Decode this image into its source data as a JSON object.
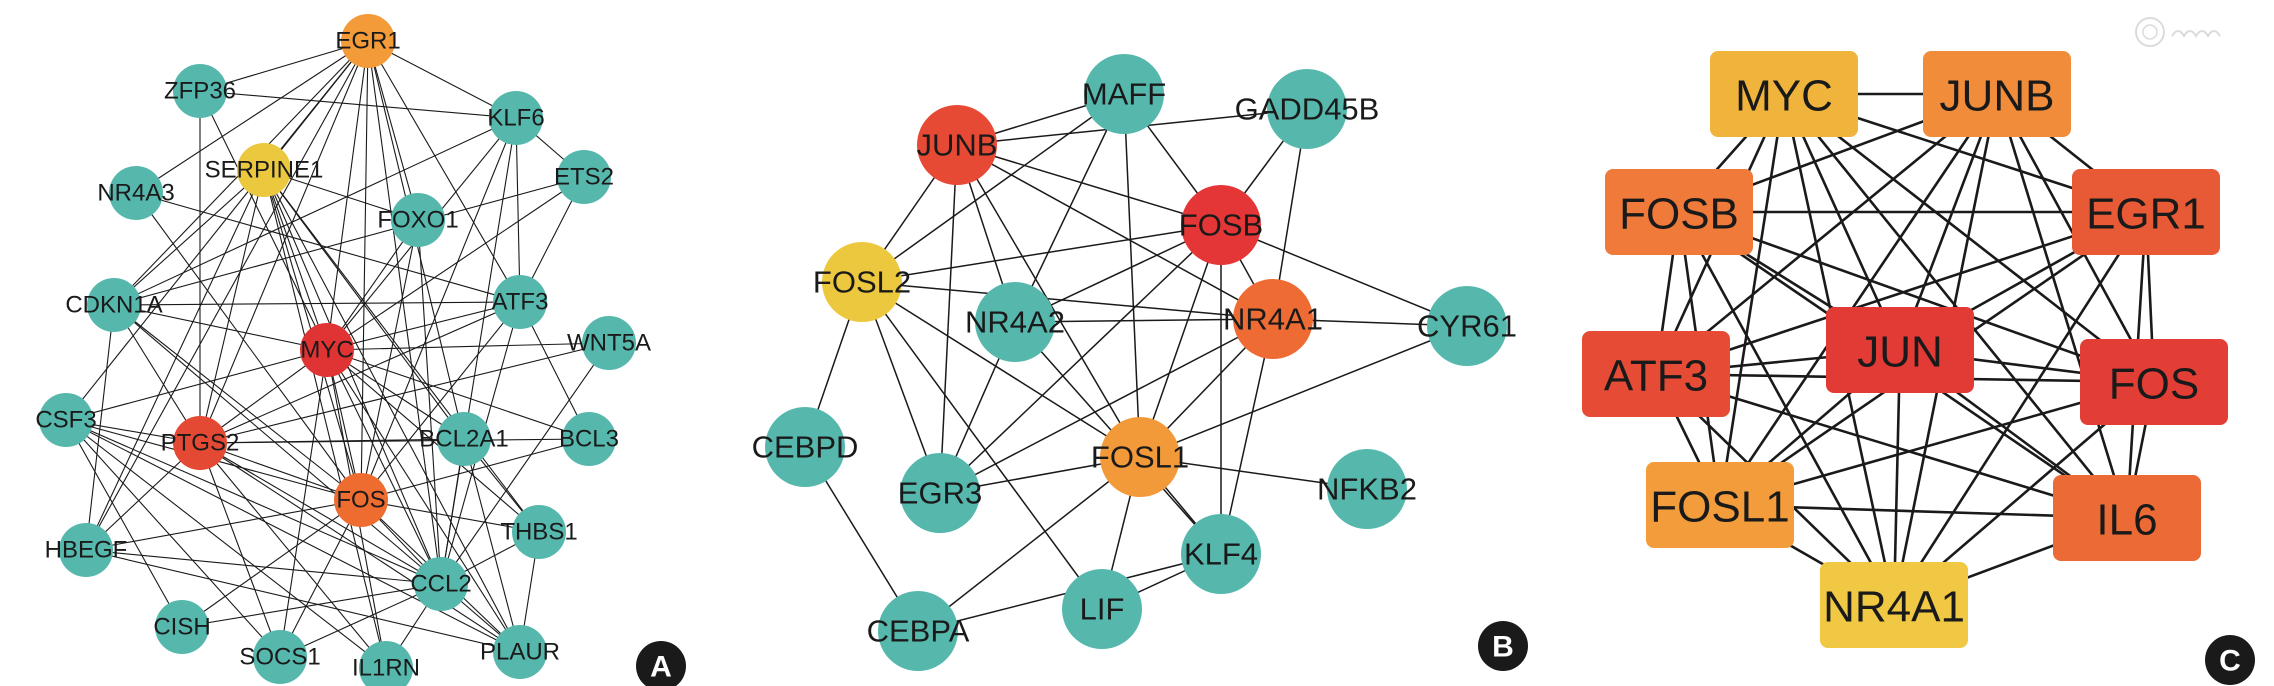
{
  "colors": {
    "teal": "#56b8ad",
    "edge": "#1a1a1a"
  },
  "panels": [
    {
      "id": "A",
      "label": "A",
      "shape": "circle",
      "nodes": [
        {
          "name": "EGR1",
          "color": "#f29b38"
        },
        {
          "name": "ZFP36",
          "color": "#56b8ad"
        },
        {
          "name": "KLF6",
          "color": "#56b8ad"
        },
        {
          "name": "SERPINE1",
          "color": "#ecc83e"
        },
        {
          "name": "NR4A3",
          "color": "#56b8ad"
        },
        {
          "name": "ETS2",
          "color": "#56b8ad"
        },
        {
          "name": "FOXO1",
          "color": "#56b8ad"
        },
        {
          "name": "CDKN1A",
          "color": "#56b8ad"
        },
        {
          "name": "ATF3",
          "color": "#56b8ad"
        },
        {
          "name": "MYC",
          "color": "#e03333"
        },
        {
          "name": "WNT5A",
          "color": "#56b8ad"
        },
        {
          "name": "CSF3",
          "color": "#56b8ad"
        },
        {
          "name": "PTGS2",
          "color": "#e44a33"
        },
        {
          "name": "BCL2A1",
          "color": "#56b8ad"
        },
        {
          "name": "BCL3",
          "color": "#56b8ad"
        },
        {
          "name": "FOS",
          "color": "#ee6c30"
        },
        {
          "name": "THBS1",
          "color": "#56b8ad"
        },
        {
          "name": "HBEGF",
          "color": "#56b8ad"
        },
        {
          "name": "CCL2",
          "color": "#56b8ad"
        },
        {
          "name": "CISH",
          "color": "#56b8ad"
        },
        {
          "name": "SOCS1",
          "color": "#56b8ad"
        },
        {
          "name": "IL1RN",
          "color": "#56b8ad"
        },
        {
          "name": "PLAUR",
          "color": "#56b8ad"
        }
      ],
      "edges": [
        [
          "EGR1",
          "ZFP36"
        ],
        [
          "EGR1",
          "KLF6"
        ],
        [
          "EGR1",
          "NR4A3"
        ],
        [
          "EGR1",
          "SERPINE1"
        ],
        [
          "EGR1",
          "CDKN1A"
        ],
        [
          "EGR1",
          "FOXO1"
        ],
        [
          "EGR1",
          "ATF3"
        ],
        [
          "EGR1",
          "MYC"
        ],
        [
          "EGR1",
          "PTGS2"
        ],
        [
          "EGR1",
          "FOS"
        ],
        [
          "EGR1",
          "BCL2A1"
        ],
        [
          "EGR1",
          "CCL2"
        ],
        [
          "EGR1",
          "HBEGF"
        ],
        [
          "EGR1",
          "CSF3"
        ],
        [
          "ZFP36",
          "KLF6"
        ],
        [
          "ZFP36",
          "PTGS2"
        ],
        [
          "ZFP36",
          "MYC"
        ],
        [
          "KLF6",
          "ETS2"
        ],
        [
          "KLF6",
          "CDKN1A"
        ],
        [
          "KLF6",
          "MYC"
        ],
        [
          "KLF6",
          "ATF3"
        ],
        [
          "KLF6",
          "CCL2"
        ],
        [
          "KLF6",
          "FOS"
        ],
        [
          "SERPINE1",
          "FOXO1"
        ],
        [
          "SERPINE1",
          "CDKN1A"
        ],
        [
          "SERPINE1",
          "HBEGF"
        ],
        [
          "SERPINE1",
          "PTGS2"
        ],
        [
          "SERPINE1",
          "MYC"
        ],
        [
          "SERPINE1",
          "FOS"
        ],
        [
          "SERPINE1",
          "BCL2A1"
        ],
        [
          "SERPINE1",
          "CCL2"
        ],
        [
          "SERPINE1",
          "PLAUR"
        ],
        [
          "SERPINE1",
          "THBS1"
        ],
        [
          "SERPINE1",
          "IL1RN"
        ],
        [
          "NR4A3",
          "ATF3"
        ],
        [
          "NR4A3",
          "FOS"
        ],
        [
          "ETS2",
          "CDKN1A"
        ],
        [
          "ETS2",
          "MYC"
        ],
        [
          "ETS2",
          "ATF3"
        ],
        [
          "FOXO1",
          "MYC"
        ],
        [
          "FOXO1",
          "FOS"
        ],
        [
          "FOXO1",
          "CCL2"
        ],
        [
          "CDKN1A",
          "ATF3"
        ],
        [
          "CDKN1A",
          "MYC"
        ],
        [
          "CDKN1A",
          "PTGS2"
        ],
        [
          "CDKN1A",
          "FOS"
        ],
        [
          "CDKN1A",
          "HBEGF"
        ],
        [
          "CDKN1A",
          "CCL2"
        ],
        [
          "ATF3",
          "MYC"
        ],
        [
          "ATF3",
          "PTGS2"
        ],
        [
          "ATF3",
          "FOS"
        ],
        [
          "ATF3",
          "CCL2"
        ],
        [
          "ATF3",
          "BCL3"
        ],
        [
          "MYC",
          "WNT5A"
        ],
        [
          "MYC",
          "CSF3"
        ],
        [
          "MYC",
          "PTGS2"
        ],
        [
          "MYC",
          "FOS"
        ],
        [
          "MYC",
          "BCL2A1"
        ],
        [
          "MYC",
          "BCL3"
        ],
        [
          "MYC",
          "CCL2"
        ],
        [
          "MYC",
          "PLAUR"
        ],
        [
          "MYC",
          "THBS1"
        ],
        [
          "MYC",
          "SOCS1"
        ],
        [
          "MYC",
          "IL1RN"
        ],
        [
          "WNT5A",
          "PTGS2"
        ],
        [
          "WNT5A",
          "CCL2"
        ],
        [
          "CSF3",
          "PTGS2"
        ],
        [
          "CSF3",
          "FOS"
        ],
        [
          "CSF3",
          "CCL2"
        ],
        [
          "CSF3",
          "CISH"
        ],
        [
          "CSF3",
          "SOCS1"
        ],
        [
          "CSF3",
          "PLAUR"
        ],
        [
          "CSF3",
          "IL1RN"
        ],
        [
          "PTGS2",
          "BCL2A1"
        ],
        [
          "PTGS2",
          "BCL3"
        ],
        [
          "PTGS2",
          "FOS"
        ],
        [
          "PTGS2",
          "CCL2"
        ],
        [
          "PTGS2",
          "HBEGF"
        ],
        [
          "PTGS2",
          "SOCS1"
        ],
        [
          "PTGS2",
          "IL1RN"
        ],
        [
          "PTGS2",
          "PLAUR"
        ],
        [
          "FOS",
          "BCL3"
        ],
        [
          "FOS",
          "THBS1"
        ],
        [
          "FOS",
          "HBEGF"
        ],
        [
          "FOS",
          "CCL2"
        ],
        [
          "FOS",
          "CISH"
        ],
        [
          "FOS",
          "SOCS1"
        ],
        [
          "FOS",
          "PLAUR"
        ],
        [
          "BCL2A1",
          "CCL2"
        ],
        [
          "BCL2A1",
          "PLAUR"
        ],
        [
          "BCL2A1",
          "THBS1"
        ],
        [
          "THBS1",
          "CCL2"
        ],
        [
          "THBS1",
          "PLAUR"
        ],
        [
          "HBEGF",
          "CCL2"
        ],
        [
          "HBEGF",
          "PLAUR"
        ],
        [
          "CCL2",
          "CISH"
        ],
        [
          "CCL2",
          "SOCS1"
        ],
        [
          "CCL2",
          "IL1RN"
        ],
        [
          "CCL2",
          "PLAUR"
        ]
      ]
    },
    {
      "id": "B",
      "label": "B",
      "shape": "circle",
      "nodes": [
        {
          "name": "JUNB",
          "color": "#e64a35"
        },
        {
          "name": "MAFF",
          "color": "#56b8ad"
        },
        {
          "name": "GADD45B",
          "color": "#56b8ad"
        },
        {
          "name": "FOSB",
          "color": "#e43636"
        },
        {
          "name": "FOSL2",
          "color": "#ecc83e"
        },
        {
          "name": "NR4A2",
          "color": "#56b8ad"
        },
        {
          "name": "NR4A1",
          "color": "#ee6c34"
        },
        {
          "name": "CYR61",
          "color": "#56b8ad"
        },
        {
          "name": "CEBPD",
          "color": "#56b8ad"
        },
        {
          "name": "FOSL1",
          "color": "#f29a3a"
        },
        {
          "name": "NFKB2",
          "color": "#56b8ad"
        },
        {
          "name": "EGR3",
          "color": "#56b8ad"
        },
        {
          "name": "KLF4",
          "color": "#56b8ad"
        },
        {
          "name": "LIF",
          "color": "#56b8ad"
        },
        {
          "name": "CEBPA",
          "color": "#56b8ad"
        }
      ],
      "edges": [
        [
          "JUNB",
          "MAFF"
        ],
        [
          "JUNB",
          "GADD45B"
        ],
        [
          "JUNB",
          "FOSB"
        ],
        [
          "JUNB",
          "NR4A1"
        ],
        [
          "JUNB",
          "FOSL2"
        ],
        [
          "JUNB",
          "EGR3"
        ],
        [
          "JUNB",
          "NR4A2"
        ],
        [
          "JUNB",
          "FOSL1"
        ],
        [
          "MAFF",
          "FOSL2"
        ],
        [
          "MAFF",
          "NR4A2"
        ],
        [
          "MAFF",
          "FOSL1"
        ],
        [
          "MAFF",
          "FOSB"
        ],
        [
          "GADD45B",
          "FOSB"
        ],
        [
          "GADD45B",
          "NR4A1"
        ],
        [
          "FOSB",
          "FOSL2"
        ],
        [
          "FOSB",
          "NR4A2"
        ],
        [
          "FOSB",
          "EGR3"
        ],
        [
          "FOSB",
          "FOSL1"
        ],
        [
          "FOSB",
          "KLF4"
        ],
        [
          "FOSB",
          "NR4A1"
        ],
        [
          "FOSB",
          "CYR61"
        ],
        [
          "FOSL2",
          "NR4A1"
        ],
        [
          "FOSL2",
          "CEBPD"
        ],
        [
          "FOSL2",
          "EGR3"
        ],
        [
          "FOSL2",
          "LIF"
        ],
        [
          "FOSL2",
          "FOSL1"
        ],
        [
          "NR4A2",
          "NR4A1"
        ],
        [
          "NR4A2",
          "EGR3"
        ],
        [
          "NR4A2",
          "KLF4"
        ],
        [
          "NR4A1",
          "CYR61"
        ],
        [
          "NR4A1",
          "EGR3"
        ],
        [
          "NR4A1",
          "FOSL1"
        ],
        [
          "NR4A1",
          "KLF4"
        ],
        [
          "CYR61",
          "FOSL1"
        ],
        [
          "FOSL1",
          "EGR3"
        ],
        [
          "FOSL1",
          "NFKB2"
        ],
        [
          "FOSL1",
          "KLF4"
        ],
        [
          "FOSL1",
          "LIF"
        ],
        [
          "FOSL1",
          "CEBPA"
        ],
        [
          "CEBPD",
          "CEBPA"
        ],
        [
          "KLF4",
          "LIF"
        ],
        [
          "KLF4",
          "CEBPA"
        ]
      ]
    },
    {
      "id": "C",
      "label": "C",
      "shape": "box",
      "nodes": [
        {
          "name": "MYC",
          "color": "#f0b43c"
        },
        {
          "name": "JUNB",
          "color": "#f08c3a"
        },
        {
          "name": "FOSB",
          "color": "#ef7a3a"
        },
        {
          "name": "EGR1",
          "color": "#e85a36"
        },
        {
          "name": "JUN",
          "color": "#e23a35"
        },
        {
          "name": "ATF3",
          "color": "#e64c35"
        },
        {
          "name": "FOS",
          "color": "#e33e35"
        },
        {
          "name": "FOSL1",
          "color": "#f29c3c"
        },
        {
          "name": "IL6",
          "color": "#ec6a36"
        },
        {
          "name": "NR4A1",
          "color": "#f0c844"
        }
      ],
      "edges": "complete"
    }
  ]
}
